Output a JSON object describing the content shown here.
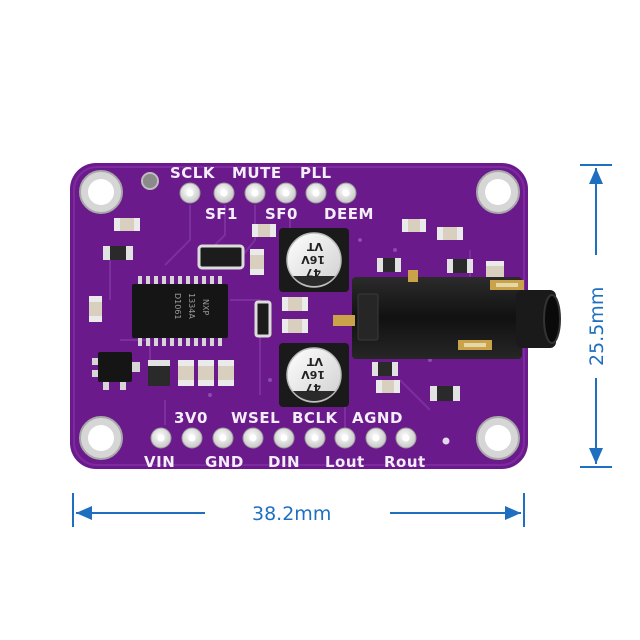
{
  "dimensions": {
    "width_label": "38.2mm",
    "height_label": "25.5mm",
    "color": "#1f6fc0"
  },
  "board": {
    "color": "#6a1a8a",
    "top_pins": [
      "SCLK",
      "MUTE",
      "PLL"
    ],
    "top_pins_second_row": [
      "SF1",
      "SF0",
      "DEEM"
    ],
    "bottom_pins_upper": [
      "3V0",
      "WSEL",
      "BCLK",
      "AGND"
    ],
    "bottom_pins_lower": [
      "VIN",
      "GND",
      "DIN",
      "Lout",
      "Rout"
    ],
    "capacitor_top": [
      "47",
      "16V",
      "VT"
    ],
    "capacitor_bottom": [
      "47",
      "16V",
      "VT"
    ],
    "chip_text": [
      "NXP",
      "1334A",
      "D1061"
    ]
  },
  "icons": {
    "mounting_hole": "mounting-hole-icon",
    "audio_jack": "audio-jack-icon"
  }
}
